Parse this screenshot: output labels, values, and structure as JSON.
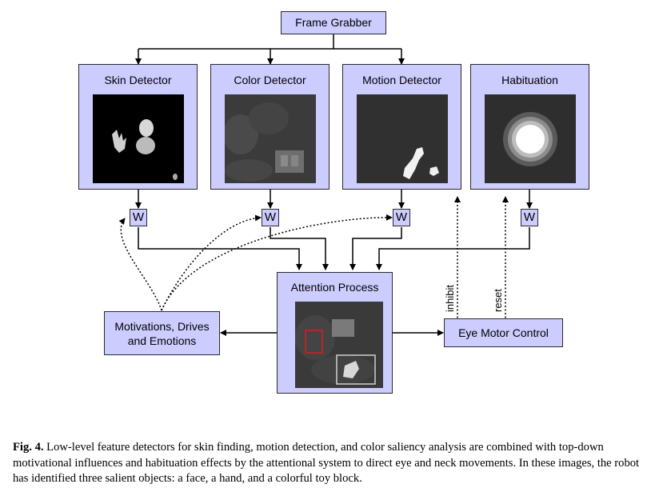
{
  "diagram": {
    "frame_grabber": "Frame Grabber",
    "detectors": [
      {
        "label": "Skin Detector"
      },
      {
        "label": "Color Detector"
      },
      {
        "label": "Motion Detector"
      },
      {
        "label": "Habituation"
      }
    ],
    "weight_label": "W",
    "attention": "Attention Process",
    "motivations": "Motivations, Drives and Emotions",
    "eye_motor": "Eye Motor Control",
    "inhibit": "inhibit",
    "reset": "reset"
  },
  "caption": {
    "label": "Fig. 4.",
    "text": "Low-level feature detectors for skin finding, motion detection, and color saliency analysis are combined with top-down motivational influences and habituation effects by the attentional system to direct eye and neck movements. In these images, the robot has identified three salient objects: a face, a hand, and a colorful toy block."
  }
}
